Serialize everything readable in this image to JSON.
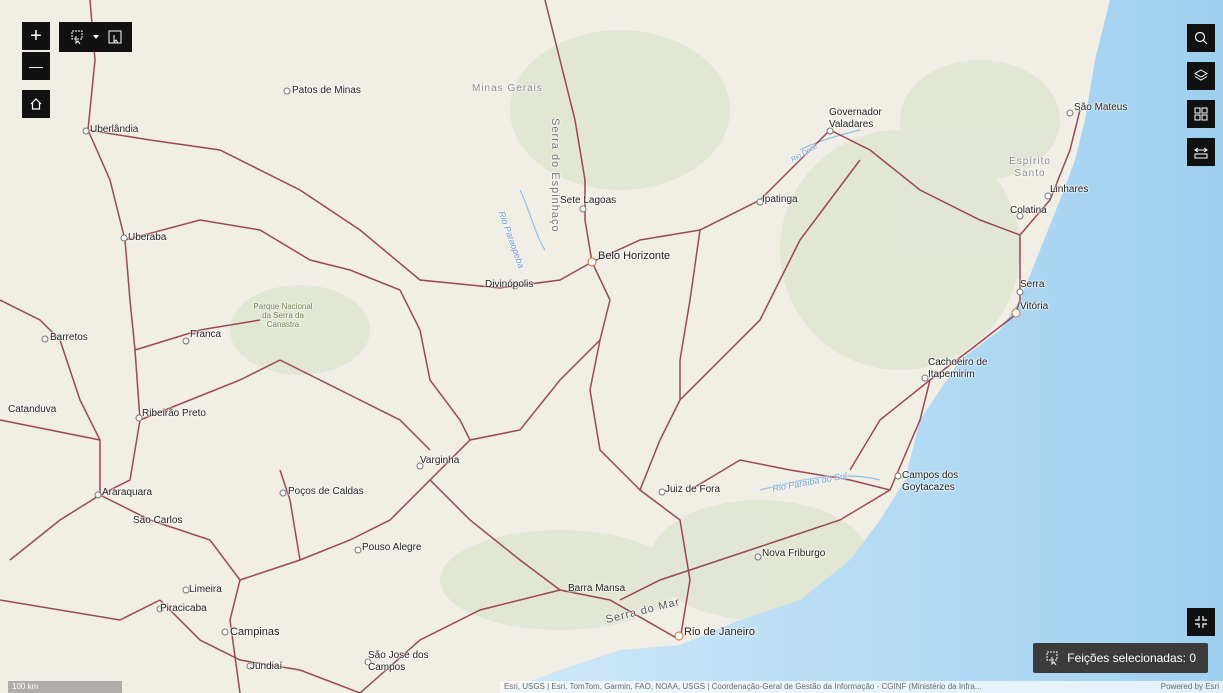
{
  "map": {
    "state_labels": [
      {
        "text": "Minas Gerais",
        "cls": "state"
      },
      {
        "text": "Espírito Santo",
        "cls": "state"
      }
    ],
    "mountain_labels": [
      {
        "text": "Serra do Espinhaço"
      },
      {
        "text": "Serra do Mar"
      }
    ],
    "river_labels": [
      {
        "text": "Rio Paraopeba"
      },
      {
        "text": "Rio Paraíba do Sul"
      },
      {
        "text": "Rio Doce"
      }
    ],
    "park_label": "Parque Nacional da Serra da Canastra",
    "cities": [
      {
        "text": "Patos de Minas"
      },
      {
        "text": "Uberlândia"
      },
      {
        "text": "Uberaba"
      },
      {
        "text": "Sete Lagoas"
      },
      {
        "text": "Belo Horizonte"
      },
      {
        "text": "Divinópolis"
      },
      {
        "text": "Ipatinga"
      },
      {
        "text": "Governador Valadares"
      },
      {
        "text": "São Mateus"
      },
      {
        "text": "Linhares"
      },
      {
        "text": "Colatina"
      },
      {
        "text": "Serra"
      },
      {
        "text": "Vitória"
      },
      {
        "text": "Cachoeiro de Itapemirim"
      },
      {
        "text": "Barretos"
      },
      {
        "text": "Franca"
      },
      {
        "text": "Catanduva"
      },
      {
        "text": "Ribeirão Preto"
      },
      {
        "text": "Varginha"
      },
      {
        "text": "Araraquara"
      },
      {
        "text": "São Carlos"
      },
      {
        "text": "Poços de Caldas"
      },
      {
        "text": "Juiz de Fora"
      },
      {
        "text": "Campos dos Goytacazes"
      },
      {
        "text": "Pouso Alegre"
      },
      {
        "text": "Nova Friburgo"
      },
      {
        "text": "Limeira"
      },
      {
        "text": "Piracicaba"
      },
      {
        "text": "Barra Mansa"
      },
      {
        "text": "Campinas"
      },
      {
        "text": "São José dos Campos"
      },
      {
        "text": "Rio de Janeiro"
      },
      {
        "text": "Jundiaí"
      }
    ]
  },
  "controls": {
    "zoom_in": "+",
    "zoom_out": "—",
    "selection_counter": "Feições selecionadas: 0"
  },
  "footer": {
    "scale": "100 km",
    "attribution": "Esri, USGS | Esri, TomTom, Garmin, FAO, NOAA, USGS | Coordenação-Geral de Gestão da Informação - CGINF (Ministério da Infra...",
    "powered_by": "Powered by Esri"
  },
  "colors": {
    "land": "#f1eee6",
    "water": "#aad6f2",
    "roads": "#8e2b3b",
    "capital_marker": "#d66a2e",
    "control_bg": "#111111"
  }
}
